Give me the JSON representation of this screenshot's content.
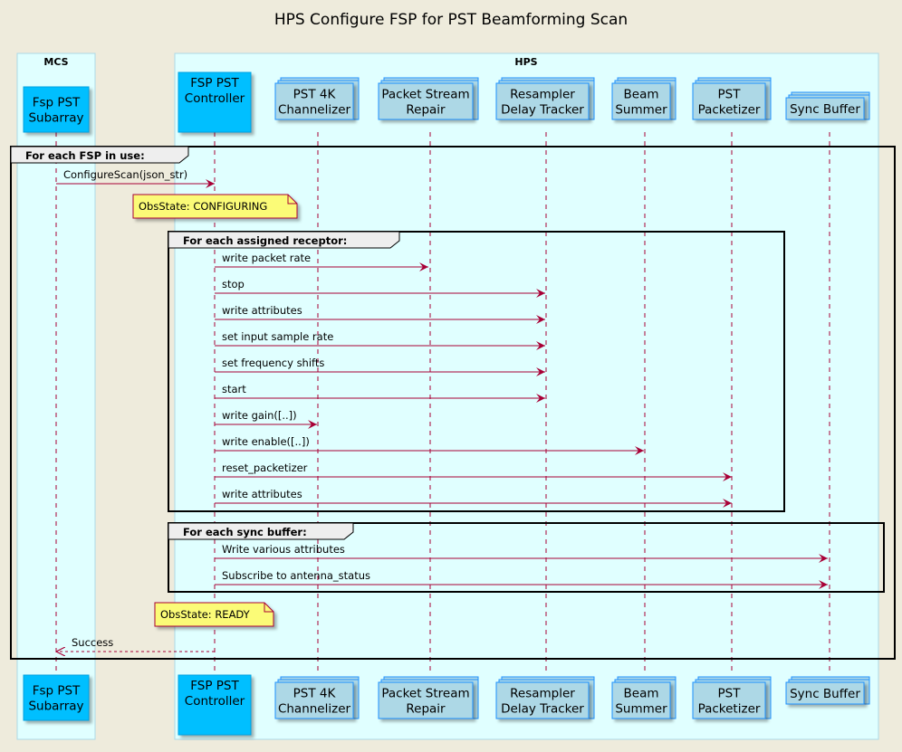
{
  "title": "HPS Configure FSP for PST Beamforming Scan",
  "colors": {
    "page_background": "#EEEBDC",
    "box_fill": "#E0FFFF",
    "box_border": "#ADD8E6",
    "controller_fill": "#00BFFF",
    "controller_border": "#00A0E0",
    "queue_fill": "#ADD8E6",
    "queue_border": "#1E90FF",
    "message_color": "#A80036",
    "lifeline_color": "#A80036",
    "note_fill": "#FBFB77",
    "note_border": "#A80036",
    "frame_border": "#000000",
    "frame_label_fill": "#EEEEEE"
  },
  "boxes": [
    {
      "id": "mcs",
      "label": "MCS"
    },
    {
      "id": "hps",
      "label": "HPS"
    }
  ],
  "participants": [
    {
      "id": "fsp_pst_subarray",
      "lines": [
        "Fsp PST",
        "Subarray"
      ],
      "kind": "controller"
    },
    {
      "id": "fsp_pst_controller",
      "lines": [
        "FSP PST",
        "Controller"
      ],
      "kind": "controller"
    },
    {
      "id": "pst_4k_channelizer",
      "lines": [
        "PST 4K",
        "Channelizer"
      ],
      "kind": "queue"
    },
    {
      "id": "packet_stream_repair",
      "lines": [
        "Packet Stream",
        "Repair"
      ],
      "kind": "queue"
    },
    {
      "id": "resampler_delay_tracker",
      "lines": [
        "Resampler",
        "Delay Tracker"
      ],
      "kind": "queue"
    },
    {
      "id": "beam_summer",
      "lines": [
        "Beam",
        "Summer"
      ],
      "kind": "queue"
    },
    {
      "id": "pst_packetizer",
      "lines": [
        "PST",
        "Packetizer"
      ],
      "kind": "queue"
    },
    {
      "id": "sync_buffer",
      "lines": [
        "Sync Buffer"
      ],
      "kind": "queue"
    }
  ],
  "frames": [
    {
      "id": "each_fsp",
      "label": "For each FSP in use:"
    },
    {
      "id": "each_receptor",
      "label": "For each assigned receptor:"
    },
    {
      "id": "each_sync_buffer",
      "label": "For each sync buffer:"
    }
  ],
  "notes": [
    {
      "id": "configuring",
      "text": "ObsState: CONFIGURING"
    },
    {
      "id": "ready",
      "text": "ObsState: READY"
    }
  ],
  "messages": [
    {
      "id": "m_configure",
      "from": "fsp_pst_subarray",
      "to": "fsp_pst_controller",
      "label": "ConfigureScan(json_str)",
      "dashed": false
    },
    {
      "id": "m_packet_rate",
      "from": "fsp_pst_controller",
      "to": "packet_stream_repair",
      "label": "write packet rate",
      "dashed": false
    },
    {
      "id": "m_stop",
      "from": "fsp_pst_controller",
      "to": "resampler_delay_tracker",
      "label": "stop",
      "dashed": false
    },
    {
      "id": "m_write_attr_rdt",
      "from": "fsp_pst_controller",
      "to": "resampler_delay_tracker",
      "label": "write attributes",
      "dashed": false
    },
    {
      "id": "m_sample_rate",
      "from": "fsp_pst_controller",
      "to": "resampler_delay_tracker",
      "label": "set input sample rate",
      "dashed": false
    },
    {
      "id": "m_freq_shifts",
      "from": "fsp_pst_controller",
      "to": "resampler_delay_tracker",
      "label": "set frequency shifts",
      "dashed": false
    },
    {
      "id": "m_start",
      "from": "fsp_pst_controller",
      "to": "resampler_delay_tracker",
      "label": "start",
      "dashed": false
    },
    {
      "id": "m_gain",
      "from": "fsp_pst_controller",
      "to": "pst_4k_channelizer",
      "label": "write gain([..])",
      "dashed": false
    },
    {
      "id": "m_enable",
      "from": "fsp_pst_controller",
      "to": "beam_summer",
      "label": "write enable([..])",
      "dashed": false
    },
    {
      "id": "m_reset_packetizer",
      "from": "fsp_pst_controller",
      "to": "pst_packetizer",
      "label": "reset_packetizer",
      "dashed": false
    },
    {
      "id": "m_write_attr_pkt",
      "from": "fsp_pst_controller",
      "to": "pst_packetizer",
      "label": "write attributes",
      "dashed": false
    },
    {
      "id": "m_various_attr",
      "from": "fsp_pst_controller",
      "to": "sync_buffer",
      "label": "Write various attributes",
      "dashed": false
    },
    {
      "id": "m_subscribe",
      "from": "fsp_pst_controller",
      "to": "sync_buffer",
      "label": "Subscribe to antenna_status",
      "dashed": false
    },
    {
      "id": "m_success",
      "from": "fsp_pst_controller",
      "to": "fsp_pst_subarray",
      "label": "Success",
      "dashed": true
    }
  ]
}
